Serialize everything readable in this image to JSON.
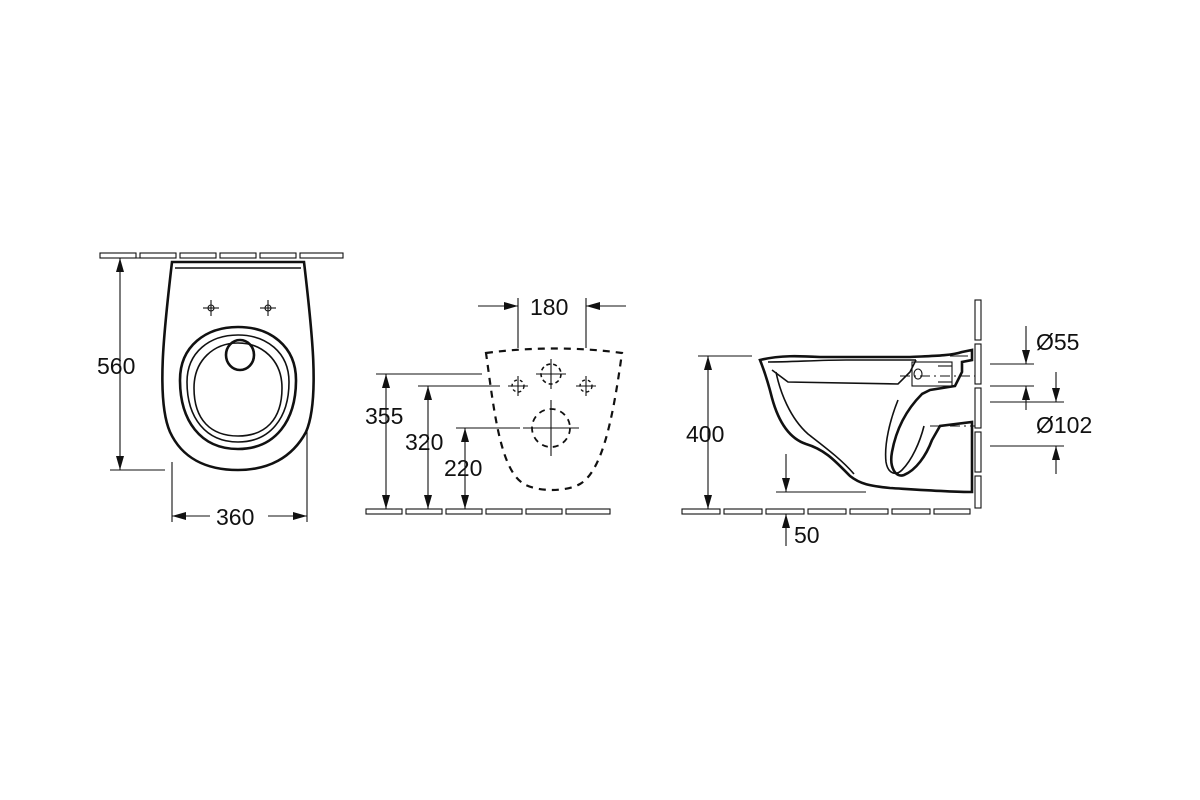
{
  "views": {
    "front": {
      "dims": {
        "height": "560",
        "width": "360"
      }
    },
    "rear": {
      "dims": {
        "hole_spacing": "180",
        "h1": "355",
        "h2": "320",
        "h3": "220"
      }
    },
    "side": {
      "dims": {
        "rim_height": "400",
        "floor_gap": "50",
        "inlet_diameter": "Ø55",
        "outlet_diameter": "Ø102"
      }
    }
  },
  "colors": {
    "line": "#111111",
    "background": "#ffffff"
  }
}
